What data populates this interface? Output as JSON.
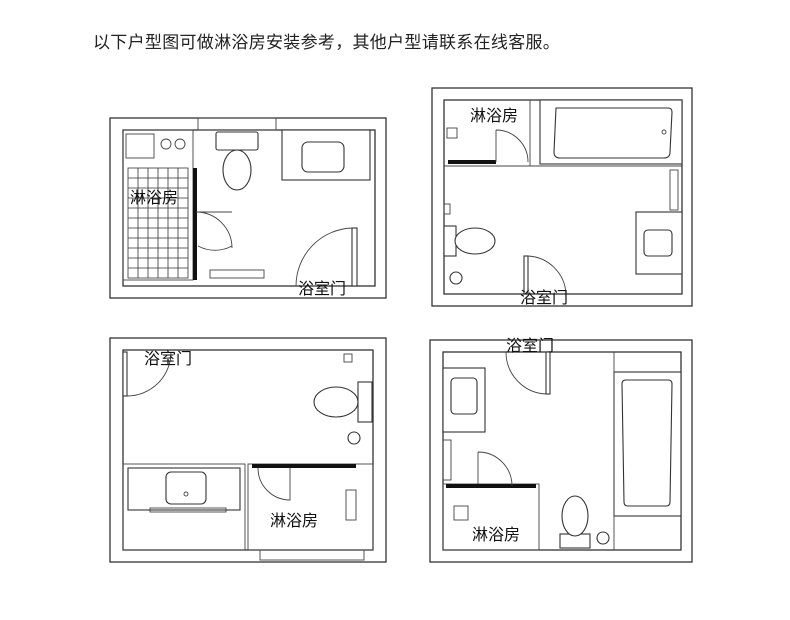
{
  "caption": "以下户型图可做淋浴房安装参考，其他户型请联系在线客服。",
  "plans": [
    {
      "shower_label": "淋浴房",
      "door_label": "浴室门"
    },
    {
      "shower_label": "淋浴房",
      "door_label": "浴室门"
    },
    {
      "shower_label": "淋浴房",
      "door_label": "浴室门"
    },
    {
      "shower_label": "淋浴房",
      "door_label": "浴室门"
    }
  ],
  "colors": {
    "wall": "#333333",
    "glass": "#111111",
    "background": "#ffffff"
  }
}
